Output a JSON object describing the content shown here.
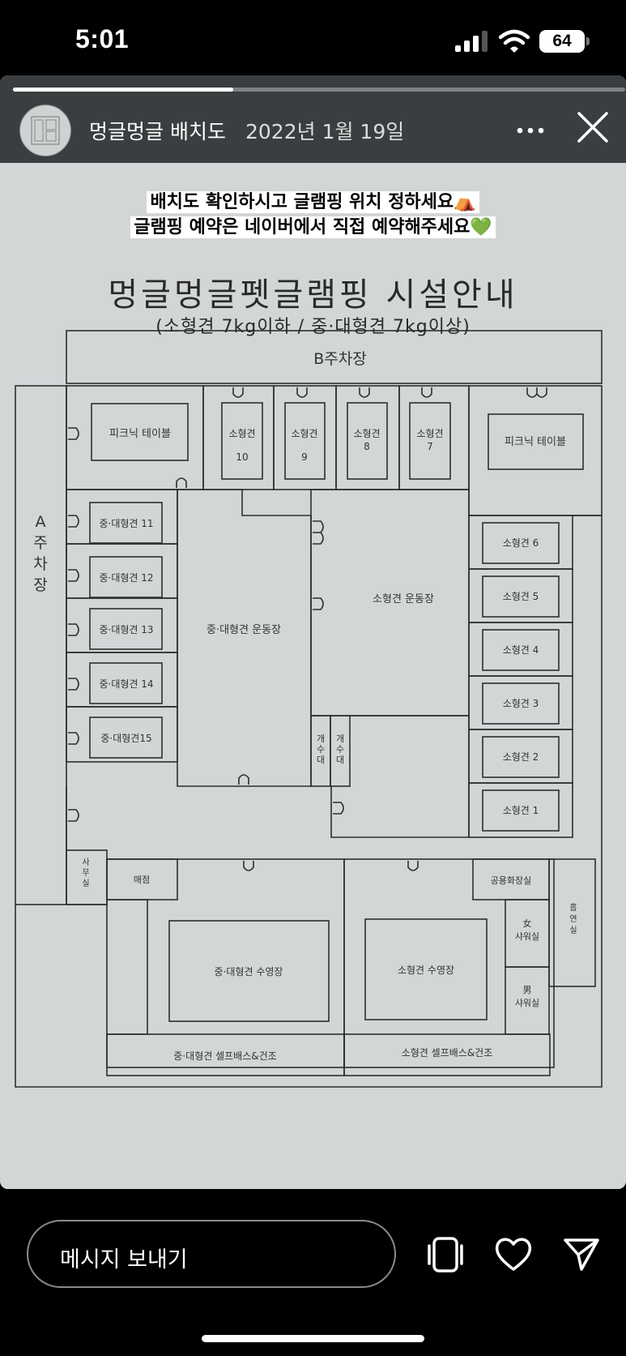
{
  "status_bar": {
    "time": "5:01",
    "battery": "64"
  },
  "story": {
    "progress": 0.36,
    "username": "멍글멍글 배치도",
    "date": "2022년 1월 19일"
  },
  "caption": {
    "line1": "배치도 확인하시고 글램핑 위치 정하세요⛺",
    "line2": "글램핑 예약은 네이버에서 직접 예약해주세요💚"
  },
  "map": {
    "title": "멍글멍글펫글램핑 시설안내",
    "subtitle": "(소형견 7kg이하 / 중·대형견 7kg이상)",
    "parking_b": "B주차장",
    "parking_a": [
      "A",
      "주",
      "차",
      "장"
    ],
    "picnic_table": "피크닉 테이블",
    "small_dog": "소형견",
    "small_numbers": [
      "10",
      "9",
      "8",
      "7"
    ],
    "mid_large_units": [
      "중·대형견 11",
      "중·대형견 12",
      "중·대형견 13",
      "중·대형견 14",
      "중·대형견15"
    ],
    "small_units_right": [
      "소형견 6",
      "소형견 5",
      "소형견 4",
      "소형견 3",
      "소형견 2",
      "소형견 1"
    ],
    "mid_large_playground": "중·대형견 운동장",
    "small_playground": "소형견 운동장",
    "sink": [
      "개",
      "수",
      "대"
    ],
    "office": [
      "사",
      "무",
      "실"
    ],
    "shop": "매점",
    "shared_restroom": "공용화장실",
    "women_shower": [
      "女",
      "샤워실"
    ],
    "men_shower": [
      "男",
      "샤워실"
    ],
    "smoking_room": [
      "흡",
      "연",
      "실"
    ],
    "mid_large_pool": "중·대형견 수영장",
    "small_pool": "소형견 수영장",
    "mid_large_selfbath": "중·대형견 셀프배스&건조",
    "small_selfbath": "소형견 셀프배스&건조"
  },
  "bottom_bar": {
    "message_placeholder": "메시지 보내기"
  }
}
